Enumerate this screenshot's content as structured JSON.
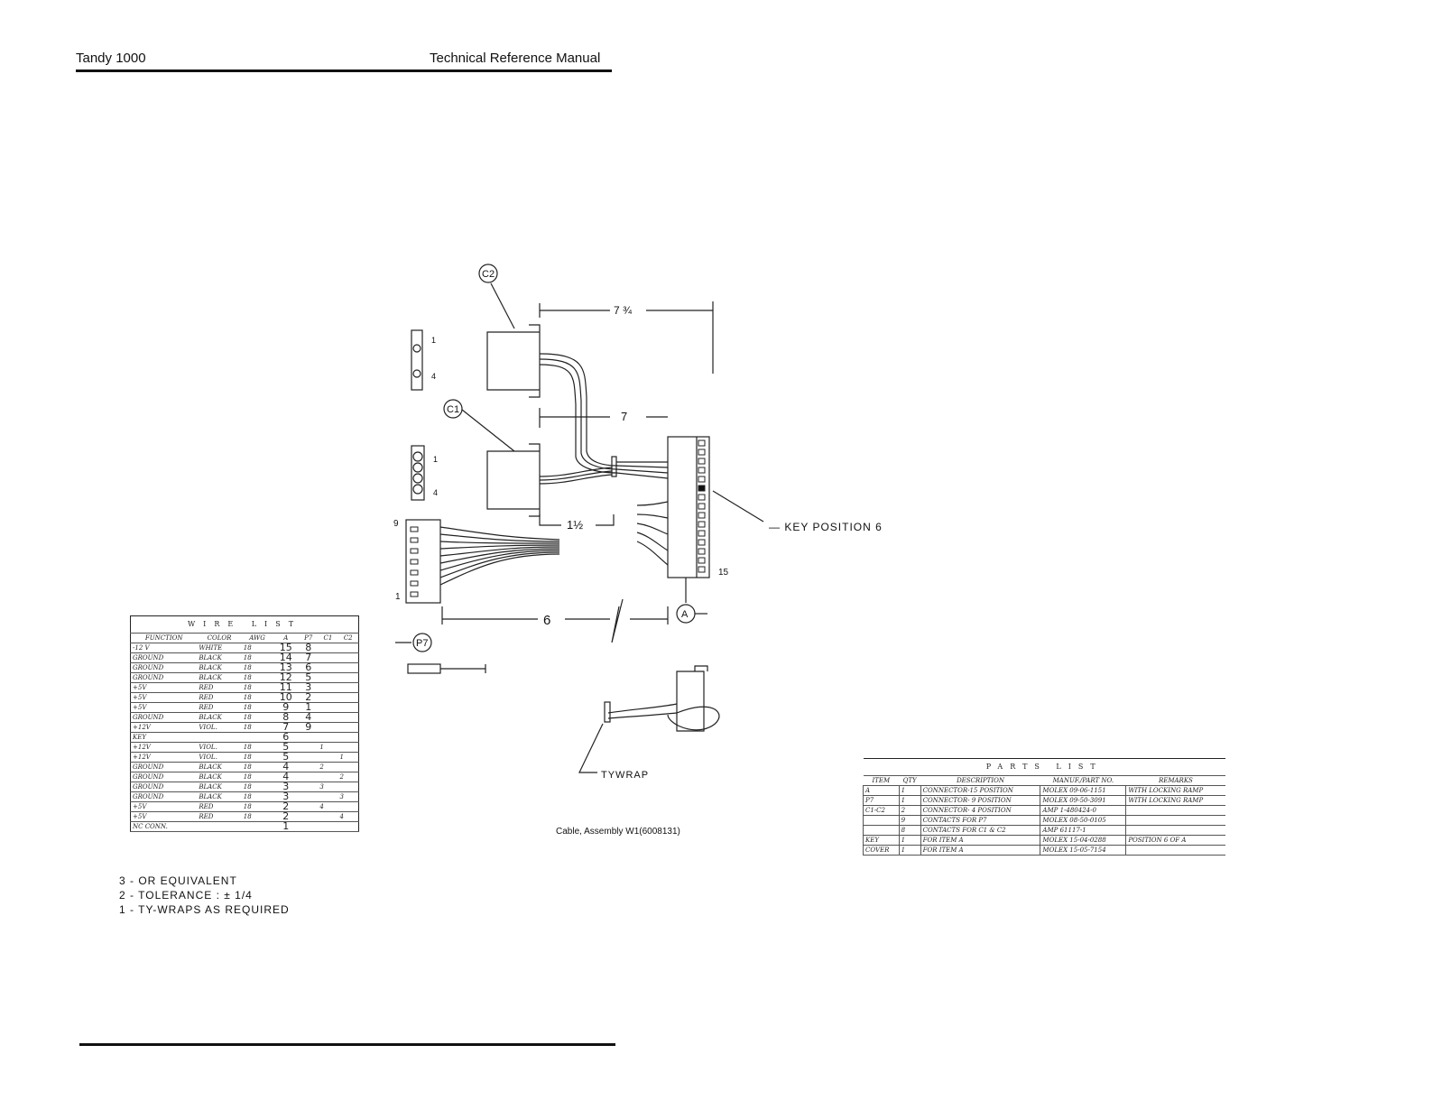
{
  "header": {
    "left": "Tandy 1000",
    "right": "Technical Reference Manual"
  },
  "drawing": {
    "labels": {
      "c2": "C2",
      "c1": "C1",
      "p7": "P7",
      "a": "A",
      "dim_top": "7 ¾",
      "dim_mid": "7",
      "dim_short": "1½",
      "dim_bottom": "6",
      "key_position": "— KEY POSITION 6",
      "tywrap": "TYWRAP",
      "pin1_c2": "1",
      "pin4_c2": "4",
      "pin1_c1": "1",
      "pin4_c1": "4",
      "pin9_p7": "9",
      "pin1_p7": "1",
      "pin15_a": "15"
    },
    "caption": "Cable, Assembly W1(6008131)"
  },
  "wire_list": {
    "title": "WIRE LIST",
    "headers": [
      "FUNCTION",
      "COLOR",
      "AWG",
      "A",
      "P7",
      "C1",
      "C2"
    ],
    "rows": [
      [
        "-12 V",
        "WHITE",
        "18",
        "15",
        "8",
        "",
        ""
      ],
      [
        "GROUND",
        "BLACK",
        "18",
        "14",
        "7",
        "",
        ""
      ],
      [
        "GROUND",
        "BLACK",
        "18",
        "13",
        "6",
        "",
        ""
      ],
      [
        "GROUND",
        "BLACK",
        "18",
        "12",
        "5",
        "",
        ""
      ],
      [
        "+5V",
        "RED",
        "18",
        "11",
        "3",
        "",
        ""
      ],
      [
        "+5V",
        "RED",
        "18",
        "10",
        "2",
        "",
        ""
      ],
      [
        "+5V",
        "RED",
        "18",
        "9",
        "1",
        "",
        ""
      ],
      [
        "GROUND",
        "BLACK",
        "18",
        "8",
        "4",
        "",
        ""
      ],
      [
        "+12V",
        "VIOL.",
        "18",
        "7",
        "9",
        "",
        ""
      ],
      [
        "KEY",
        "",
        "",
        "6",
        "",
        "",
        ""
      ],
      [
        "+12V",
        "VIOL.",
        "18",
        "5",
        "",
        "1",
        ""
      ],
      [
        "+12V",
        "VIOL.",
        "18",
        "5",
        "",
        "",
        "1"
      ],
      [
        "GROUND",
        "BLACK",
        "18",
        "4",
        "",
        "2",
        ""
      ],
      [
        "GROUND",
        "BLACK",
        "18",
        "4",
        "",
        "",
        "2"
      ],
      [
        "GROUND",
        "BLACK",
        "18",
        "3",
        "",
        "3",
        ""
      ],
      [
        "GROUND",
        "BLACK",
        "18",
        "3",
        "",
        "",
        "3"
      ],
      [
        "+5V",
        "RED",
        "18",
        "2",
        "",
        "4",
        ""
      ],
      [
        "+5V",
        "RED",
        "18",
        "2",
        "",
        "",
        "4"
      ],
      [
        "NC CONN.",
        "",
        "",
        "1",
        "",
        "",
        ""
      ]
    ]
  },
  "parts_list": {
    "title": "PARTS LIST",
    "headers": [
      "ITEM",
      "QTY",
      "DESCRIPTION",
      "MANUF./PART NO.",
      "REMARKS"
    ],
    "rows": [
      [
        "A",
        "1",
        "CONNECTOR-15 POSITION",
        "MOLEX 09-06-1151",
        "WITH LOCKING RAMP"
      ],
      [
        "P7",
        "1",
        "CONNECTOR- 9 POSITION",
        "MOLEX 09-50-3091",
        "WITH LOCKING RAMP"
      ],
      [
        "C1-C2",
        "2",
        "CONNECTOR- 4 POSITION",
        "AMP 1-480424-0",
        ""
      ],
      [
        "",
        "9",
        "CONTACTS FOR P7",
        "MOLEX 08-50-0105",
        ""
      ],
      [
        "",
        "8",
        "CONTACTS FOR C1 & C2",
        "AMP 61117-1",
        ""
      ],
      [
        "KEY",
        "1",
        "FOR ITEM A",
        "MOLEX 15-04-0288",
        "POSITION 6 OF A"
      ],
      [
        "COVER",
        "1",
        "FOR ITEM A",
        "MOLEX 15-05-7154",
        ""
      ]
    ]
  },
  "notes": [
    "3 - OR EQUIVALENT",
    "2 - TOLERANCE : ± 1/4",
    "1 - TY-WRAPS AS REQUIRED"
  ]
}
